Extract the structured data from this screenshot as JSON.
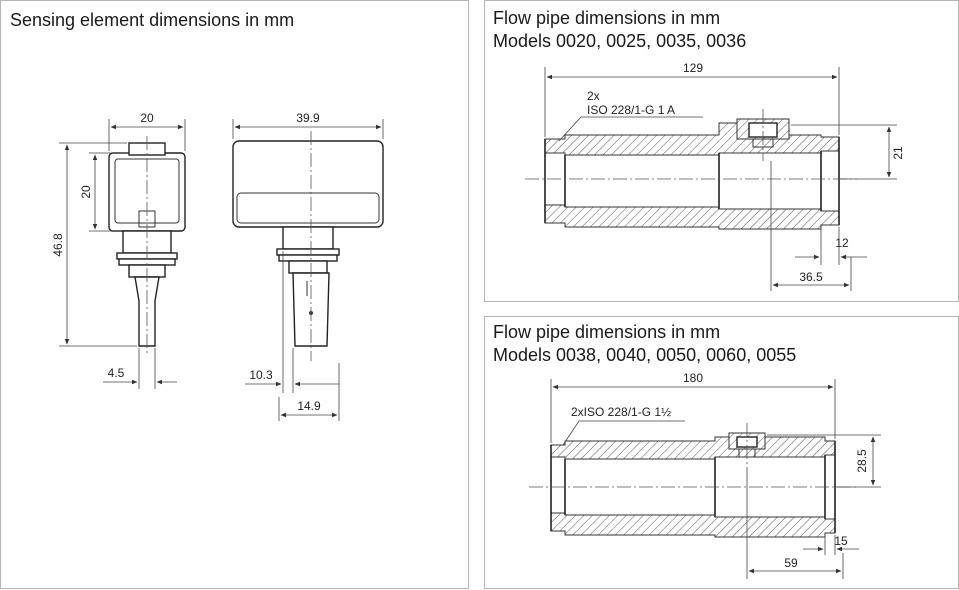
{
  "panels": {
    "sensing": {
      "title": "Sensing element dimensions in mm",
      "dims": {
        "top_width": "20",
        "head_height": "20",
        "total_height": "46.8",
        "stem_width": "4.5",
        "side_width": "39.9",
        "side_offset": "10.3",
        "side_bottom": "14.9"
      }
    },
    "pipe_small": {
      "title_line1": "Flow pipe dimensions in mm",
      "title_line2": "Models 0020, 0025, 0035, 0036",
      "dims": {
        "length": "129",
        "thread_count": "2x",
        "thread_spec": "ISO 228/1-G 1 A",
        "height": "21",
        "offset": "12",
        "port_distance": "36.5"
      }
    },
    "pipe_large": {
      "title_line1": "Flow pipe dimensions in mm",
      "title_line2": "Models 0038, 0040, 0050, 0060, 0055",
      "dims": {
        "length": "180",
        "thread_spec": "2xISO 228/1-G 1½",
        "height": "28.5",
        "offset": "15",
        "port_distance": "59"
      }
    }
  }
}
